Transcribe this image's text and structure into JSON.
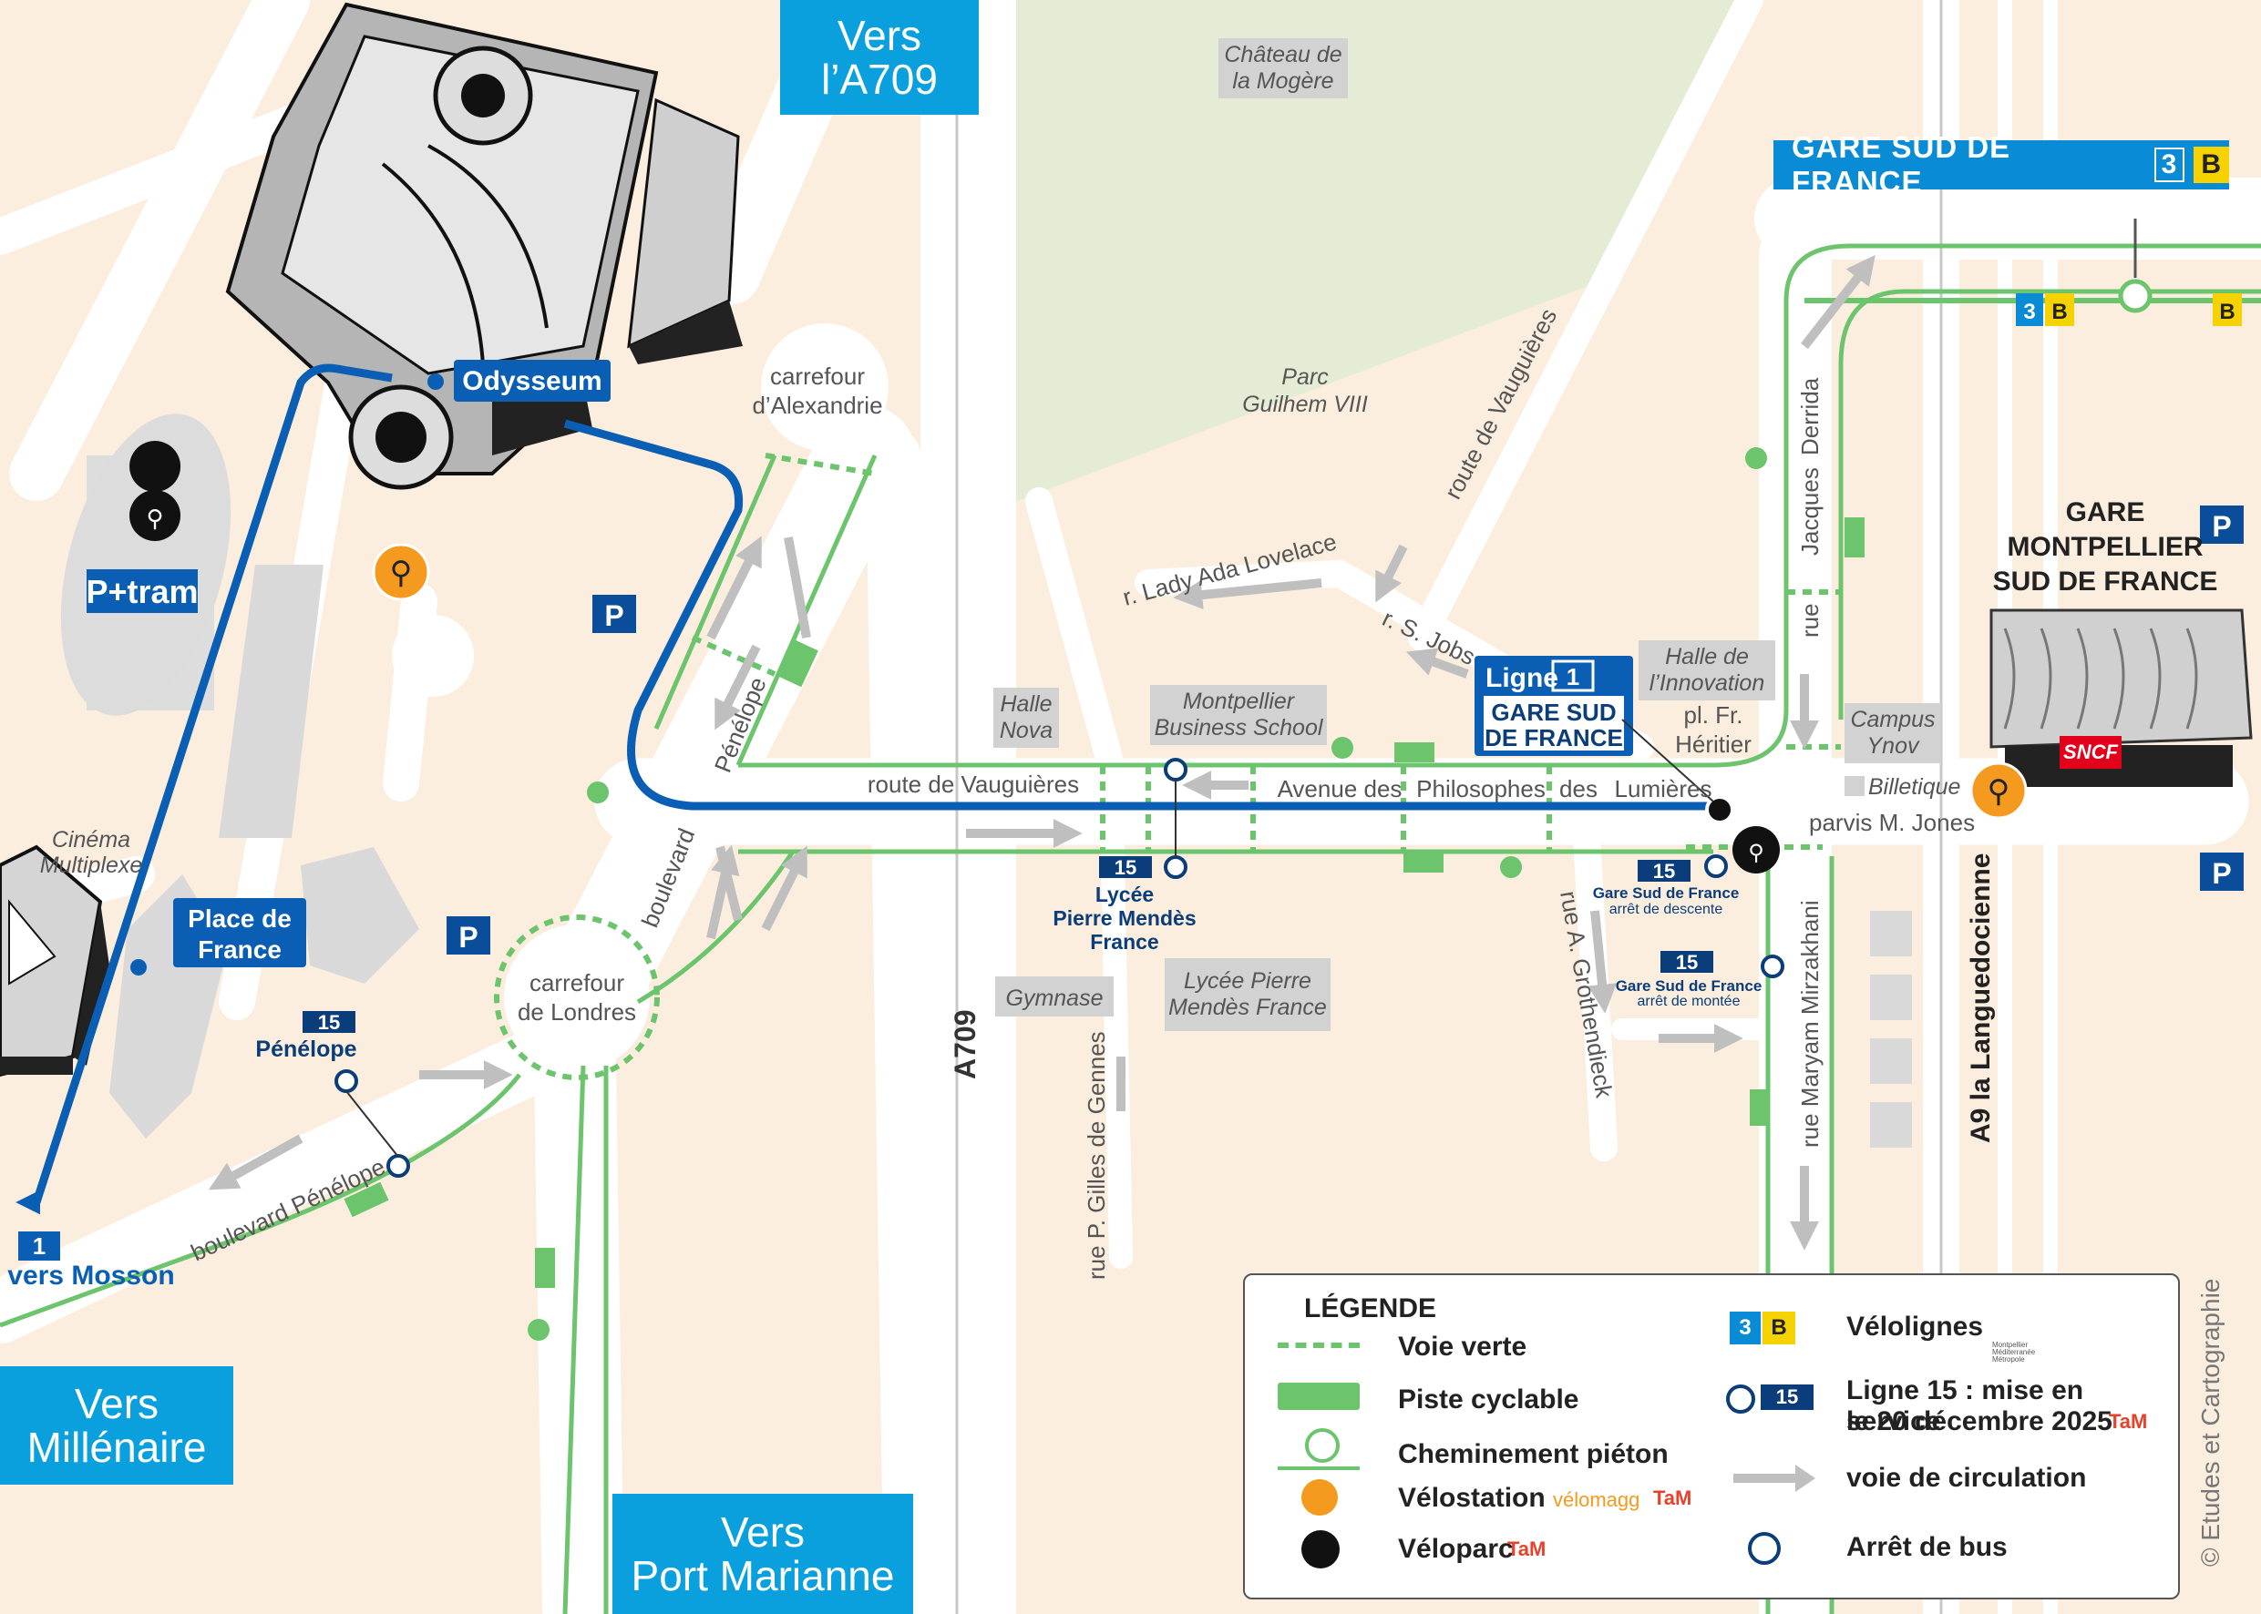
{
  "directions": {
    "a709": [
      "Vers",
      "l’A709"
    ],
    "millenaire": [
      "Vers",
      "Millénaire"
    ],
    "port_marianne": [
      "Vers",
      "Port Marianne"
    ]
  },
  "station_banner": {
    "name": "GARE SUD DE FRANCE",
    "tram_line": "3",
    "bus_line": "B"
  },
  "tram_line1_box": {
    "label": "Ligne",
    "number": "1",
    "stop": [
      "GARE SUD",
      "DE FRANCE"
    ]
  },
  "line1_terminus": {
    "number": "1",
    "label": "vers Mosson"
  },
  "gare": [
    "GARE",
    "MONTPELLIER",
    "SUD DE FRANCE"
  ],
  "sncf": "SNCF",
  "places": {
    "chateau": [
      "Château de",
      "la Mogère"
    ],
    "parc": [
      "Parc",
      "Guilhem VIII"
    ],
    "halle_nova": [
      "Halle",
      "Nova"
    ],
    "mbs": [
      "Montpellier",
      "Business School"
    ],
    "halle_innovation": [
      "Halle de",
      "l’Innovation"
    ],
    "campus": [
      "Campus",
      "Ynov"
    ],
    "gymnase": "Gymnase",
    "lycee": [
      "Lycée Pierre",
      "Mendès France"
    ],
    "cinema": [
      "Cinéma",
      "Multiplexe"
    ],
    "billetique": "Billetique",
    "pl_heritier": [
      "pl. Fr.",
      "Héritier"
    ],
    "parvis": "parvis M. Jones",
    "odysseum": "Odysseum",
    "place_de_france": [
      "Place de",
      "France"
    ],
    "ptram": "P+tram",
    "carrefour_alexandrie": [
      "carrefour",
      "d’Alexandrie"
    ],
    "carrefour_londres": [
      "carrefour",
      "de Londres"
    ]
  },
  "streets": {
    "vauguieres_diag": "route de Vauguières",
    "vauguieres": "route de Vauguières",
    "lady_ada": "r. Lady Ada Lovelace",
    "jobs": "r. S. Jobs",
    "philosophes": [
      "Avenue des",
      "Philosophes",
      "des",
      "Lumières"
    ],
    "penelope_n": "Pénélope",
    "boulevard": "boulevard",
    "boulevard_penelope": "boulevard Pénélope",
    "a709": "A709",
    "gilles_de_gennes": "rue P. Gilles de Gennes",
    "grothendieck": "rue A. Grothendieck",
    "jacques_derrida": [
      "rue",
      "Jacques",
      "Derrida"
    ],
    "maryam": "rue Maryam Mirzakhani",
    "a9": "A9 la Languedocienne"
  },
  "bus_stops": {
    "penelope": {
      "line": "15",
      "name": "Pénélope"
    },
    "lycee": {
      "line": "15",
      "name": [
        "Lycée",
        "Pierre Mendès",
        "France"
      ]
    },
    "gare_descente": {
      "line": "15",
      "name": "Gare Sud de France",
      "sub": "arrêt de descente"
    },
    "gare_montee": {
      "line": "15",
      "name": "Gare Sud de France",
      "sub": "arrêt de montée"
    }
  },
  "parking_label": "P",
  "legend": {
    "title": "LÉGENDE",
    "voie_verte": "Voie verte",
    "piste_cyclable": "Piste cyclable",
    "cheminement": "Cheminement piéton",
    "velostation": "Vélostation",
    "velomagg": "vélomagg",
    "tam": "TaM",
    "veloparc": "Véloparc",
    "velolignes": "Vélolignes",
    "badge3": "3",
    "badgeB": "B",
    "ligne15_num": "15",
    "ligne15": [
      "Ligne 15 : mise en service",
      "le 20 décembre 2025"
    ],
    "voie_circulation": "voie de circulation",
    "arret": "Arrêt de bus",
    "montpellier": [
      "Montpellier",
      "Méditerranée",
      "Métropole"
    ]
  },
  "credit": "© Etudes et Cartographie",
  "colors": {
    "background": "#fbeedf",
    "road": "#ffffff",
    "park": "#e5ecd6",
    "tram_blue": "#0a5fb4",
    "green_path": "#6cc46c",
    "direction_box": "#0aa0de",
    "label_gray": "#d2d2d2",
    "velostation_orange": "#f39a1f",
    "yellow_b": "#f6d200"
  }
}
